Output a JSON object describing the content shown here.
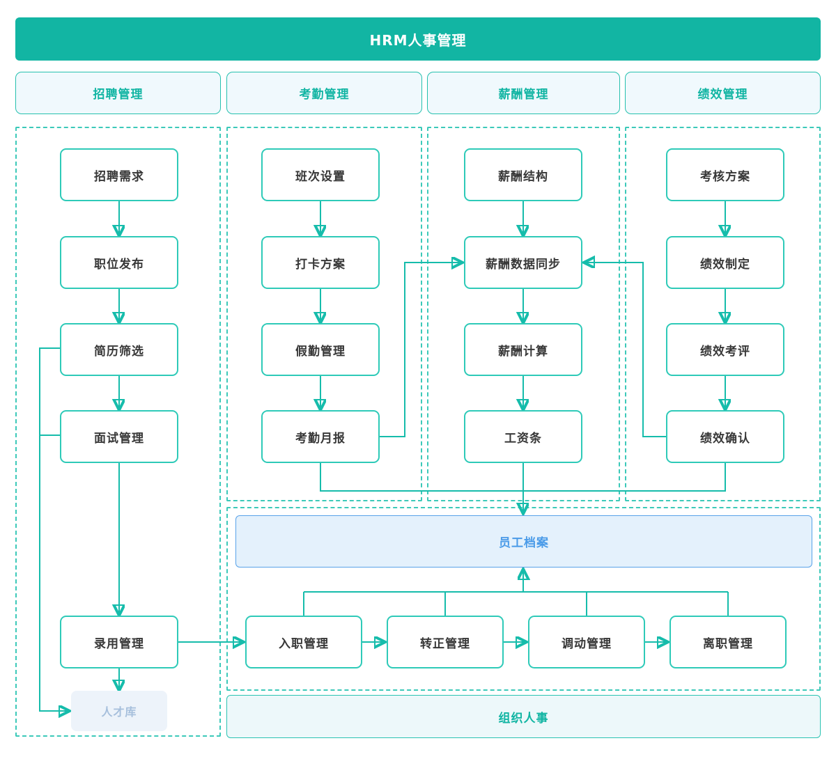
{
  "title": "HRM人事管理",
  "headers": {
    "recruitment": "招聘管理",
    "attendance": "考勤管理",
    "compensation": "薪酬管理",
    "performance": "绩效管理"
  },
  "nodes": {
    "recruit_demand": "招聘需求",
    "job_posting": "职位发布",
    "resume_screening": "简历筛选",
    "interview_mgmt": "面试管理",
    "hiring_mgmt": "录用管理",
    "talent_pool": "人才库",
    "shift_setup": "班次设置",
    "clockin_plan": "打卡方案",
    "leave_mgmt": "假勤管理",
    "attendance_monthly": "考勤月报",
    "salary_structure": "薪酬结构",
    "salary_data_sync": "薪酬数据同步",
    "salary_calc": "薪酬计算",
    "payslip": "工资条",
    "assessment_plan": "考核方案",
    "perf_setting": "绩效制定",
    "perf_review": "绩效考评",
    "perf_confirm": "绩效确认",
    "onboarding": "入职管理",
    "probation": "转正管理",
    "transfer": "调动管理",
    "offboarding": "离职管理",
    "employee_archive": "员工档案",
    "org_personnel": "组织人事"
  },
  "flows": [
    [
      "recruit_demand",
      "job_posting"
    ],
    [
      "job_posting",
      "resume_screening"
    ],
    [
      "resume_screening",
      "interview_mgmt"
    ],
    [
      "interview_mgmt",
      "hiring_mgmt"
    ],
    [
      "hiring_mgmt",
      "talent_pool"
    ],
    [
      "resume_screening",
      "talent_pool"
    ],
    [
      "interview_mgmt",
      "talent_pool"
    ],
    [
      "hiring_mgmt",
      "onboarding"
    ],
    [
      "shift_setup",
      "clockin_plan"
    ],
    [
      "clockin_plan",
      "leave_mgmt"
    ],
    [
      "leave_mgmt",
      "attendance_monthly"
    ],
    [
      "attendance_monthly",
      "salary_data_sync"
    ],
    [
      "attendance_monthly",
      "employee_archive"
    ],
    [
      "salary_structure",
      "salary_data_sync"
    ],
    [
      "salary_data_sync",
      "salary_calc"
    ],
    [
      "salary_calc",
      "payslip"
    ],
    [
      "payslip",
      "employee_archive"
    ],
    [
      "assessment_plan",
      "perf_setting"
    ],
    [
      "perf_setting",
      "perf_review"
    ],
    [
      "perf_review",
      "perf_confirm"
    ],
    [
      "perf_confirm",
      "salary_data_sync"
    ],
    [
      "perf_confirm",
      "employee_archive"
    ],
    [
      "onboarding",
      "probation"
    ],
    [
      "probation",
      "transfer"
    ],
    [
      "transfer",
      "offboarding"
    ],
    [
      "onboarding",
      "employee_archive"
    ],
    [
      "probation",
      "employee_archive"
    ],
    [
      "transfer",
      "employee_archive"
    ],
    [
      "offboarding",
      "employee_archive"
    ]
  ],
  "colors": {
    "banner_fill": "#12b5a3",
    "line_teal": "#16bcab",
    "node_border": "#2ecab8",
    "dashed_border": "#3cc9b9",
    "header_fill": "#f0f9fd",
    "header_text": "#12b5a3",
    "node_text": "#383838",
    "archive_border": "#58a2e9",
    "archive_fill": "#e4f1fc",
    "archive_text": "#4a9be8",
    "talent_fill": "#edf3fa",
    "talent_text": "#a6bfdc",
    "org_fill": "#edf8fa"
  }
}
